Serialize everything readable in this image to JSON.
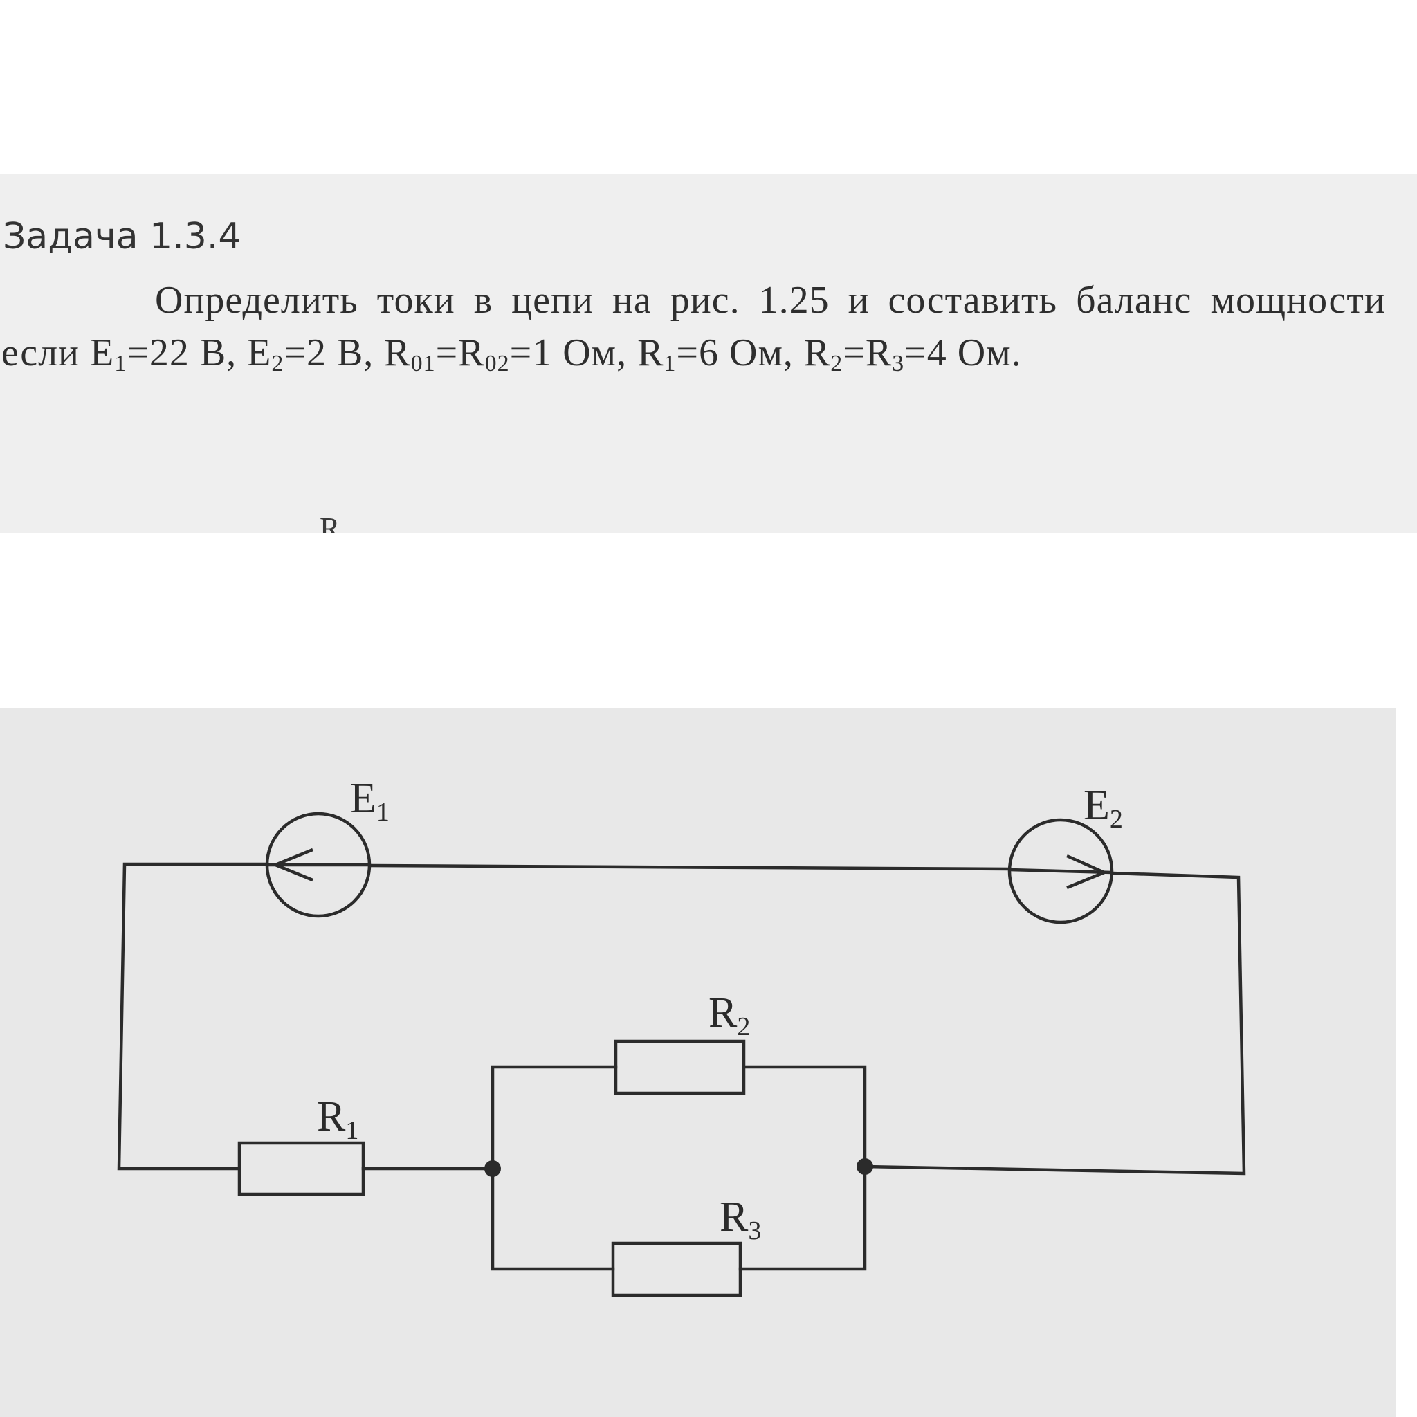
{
  "problem": {
    "title": "Задача 1.3.4",
    "line1": "Определить токи в цепи на рис. 1.25 и составить баланс мощности",
    "line2": {
      "p1": "если E",
      "s1": "1",
      "p2": "=22 В, E",
      "s2": "2",
      "p3": "=2 В, R",
      "s3": "01",
      "p4": "=R",
      "s4": "02",
      "p5": "=1 Ом, R",
      "s5": "1",
      "p6": "=6 Ом, R",
      "s6": "2",
      "p7": "=R",
      "s7": "3",
      "p8": "=4 Ом."
    },
    "cut_fragment": "R"
  },
  "circuit": {
    "e1": {
      "main": "E",
      "sub": "1"
    },
    "e2": {
      "main": "E",
      "sub": "2"
    },
    "r1": {
      "main": "R",
      "sub": "1"
    },
    "r2": {
      "main": "R",
      "sub": "2"
    },
    "r3": {
      "main": "R",
      "sub": "3"
    }
  }
}
